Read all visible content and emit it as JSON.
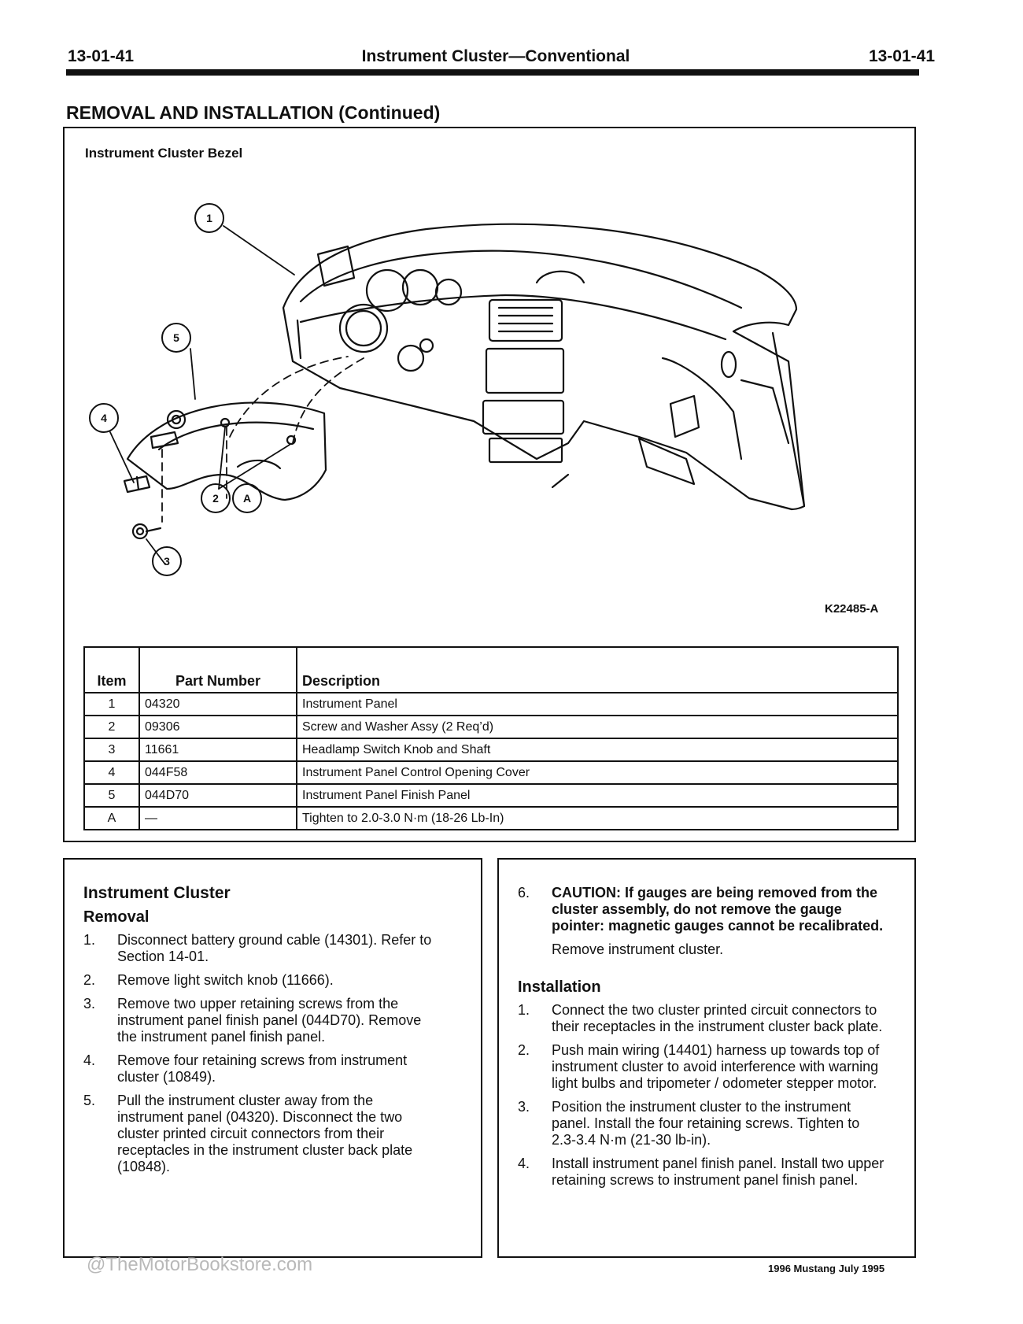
{
  "header": {
    "page_left": "13-01-41",
    "title": "Instrument Cluster—Conventional",
    "page_right": "13-01-41"
  },
  "section_title": "REMOVAL AND INSTALLATION (Continued)",
  "figure": {
    "title": "Instrument Cluster Bezel",
    "code": "K22485-A",
    "callouts": [
      "1",
      "2",
      "A",
      "3",
      "4",
      "5"
    ]
  },
  "parts_table": {
    "headers": {
      "item": "Item",
      "part_number": "Part Number",
      "description": "Description"
    },
    "rows": [
      {
        "item": "1",
        "part_number": "04320",
        "description": "Instrument Panel"
      },
      {
        "item": "2",
        "part_number": "09306",
        "description": "Screw and Washer Assy (2 Req’d)"
      },
      {
        "item": "3",
        "part_number": "11661",
        "description": "Headlamp Switch Knob and Shaft"
      },
      {
        "item": "4",
        "part_number": "044F58",
        "description": "Instrument Panel Control Opening Cover"
      },
      {
        "item": "5",
        "part_number": "044D70",
        "description": "Instrument Panel Finish Panel"
      },
      {
        "item": "A",
        "part_number": "—",
        "description": "Tighten to 2.0-3.0 N·m (18-26 Lb-In)"
      }
    ]
  },
  "left_column": {
    "heading": "Instrument Cluster",
    "subheading": "Removal",
    "steps": [
      {
        "num": "1.",
        "text": "Disconnect battery ground cable (14301). Refer to Section 14-01."
      },
      {
        "num": "2.",
        "text": "Remove light switch knob (11666)."
      },
      {
        "num": "3.",
        "text": "Remove two upper retaining screws from the instrument panel finish panel (044D70). Remove the instrument panel finish panel."
      },
      {
        "num": "4.",
        "text": "Remove four retaining screws from instrument cluster (10849)."
      },
      {
        "num": "5.",
        "text": "Pull the instrument cluster away from the instrument panel (04320). Disconnect the two cluster printed circuit connectors from their receptacles in the instrument cluster back plate (10848)."
      }
    ]
  },
  "right_column": {
    "step6_num": "6.",
    "step6_caution": "CAUTION: If gauges are being removed from the cluster assembly, do not remove the gauge pointer: magnetic gauges cannot be recalibrated.",
    "step6_text": "Remove instrument cluster.",
    "install_heading": "Installation",
    "steps": [
      {
        "num": "1.",
        "text": "Connect the two cluster printed circuit connectors to their receptacles in the instrument cluster back plate."
      },
      {
        "num": "2.",
        "text": "Push main wiring (14401) harness up towards top of instrument cluster to avoid interference with warning light bulbs and tripometer / odometer stepper motor."
      },
      {
        "num": "3.",
        "text": "Position the instrument cluster to the instrument panel. Install the four retaining screws. Tighten to 2.3-3.4 N·m (21-30 lb-in)."
      },
      {
        "num": "4.",
        "text": "Install instrument panel finish panel. Install two upper retaining screws to instrument panel finish panel."
      }
    ]
  },
  "watermark": "@TheMotorBookstore.com",
  "footer": "1996 Mustang July 1995"
}
